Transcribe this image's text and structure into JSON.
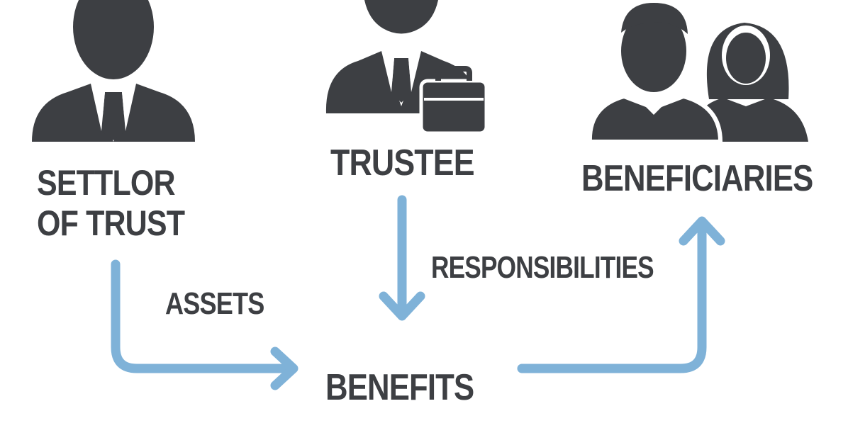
{
  "colors": {
    "icon": "#3d3f43",
    "text": "#3d3f43",
    "arrow": "#7fb2d8",
    "background": "#ffffff"
  },
  "icons": {
    "settlor": "businessman-icon",
    "trustee": "businessman-with-briefcase-icon",
    "beneficiaries": "man-and-woman-icon"
  },
  "labels": {
    "settlor_line1": "SETTLOR",
    "settlor_line2": "OF TRUST",
    "trustee": "TRUSTEE",
    "beneficiaries": "BENEFICIARIES",
    "assets": "ASSETS",
    "responsibilities": "RESPONSIBILITIES",
    "benefits": "BENEFITS"
  }
}
